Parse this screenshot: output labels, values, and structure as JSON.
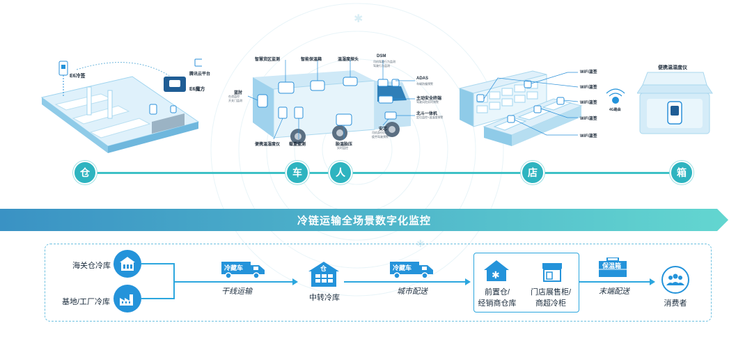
{
  "warehouse": {
    "label_e6_temp": "E6冷签",
    "label_cloud": "腾讯云平台",
    "label_e6_cube": "E6魔方"
  },
  "truck": {
    "labels": {
      "cargo_area": "智慧货区监测",
      "smart_insulation": "智能保温箱",
      "temp_probe": "温湿度探头",
      "dsm": "DSM",
      "dsm_sub": "司机驾驶行为监测\n驾驶行为监测",
      "adas": "ADAS",
      "adas_sub": "车辆防撞预警",
      "door": "蓝肘",
      "door_sub": "在途监控\n开关门监测",
      "active_safety": "主动安全终端",
      "active_safety_sub": "驾驶风险实时预警",
      "beidou": "北斗一体机",
      "beidou_sub": "定位监控+温湿度预警",
      "portable_temp": "便携温湿度仪",
      "load_monitor": "载重监测",
      "tire_pressure": "胎温胎压",
      "tire_pressure_sub": "实时监控",
      "anpei": "安芯",
      "anpei_sub": "司机身份识别\n疲劳驾驶预警"
    }
  },
  "store": {
    "wifi_labels": [
      "WiFi温签",
      "WiFi温签",
      "WiFi温签",
      "WiFi温签",
      "WiFi温签"
    ],
    "router_label": "4G路由"
  },
  "box": {
    "label": "便携温湿度仪"
  },
  "timeline": {
    "nodes": [
      "仓",
      "车",
      "人",
      "店",
      "箱"
    ]
  },
  "banner": {
    "title": "冷链运输全场景数字化监控"
  },
  "flow": {
    "sources": [
      "海关仓冷库",
      "基地/工厂冷库"
    ],
    "trunk_truck_text": "冷藏车",
    "trunk_label": "干线运输",
    "hub_icon_text": "仓",
    "hub_label": "中转冷库",
    "city_truck_text": "冷藏车",
    "city_label": "城市配送",
    "front_warehouse": "前置仓/\n经销商仓库",
    "store_cabinet": "门店展售柜/\n商超冷柜",
    "last_mile_box_text": "保温箱",
    "last_mile_label": "末端配送",
    "consumer": "消费者"
  },
  "colors": {
    "primary_blue": "#2493da",
    "teal": "#2eb4c0",
    "banner_start": "#2d8fc7",
    "banner_end": "#5fd4cf"
  }
}
